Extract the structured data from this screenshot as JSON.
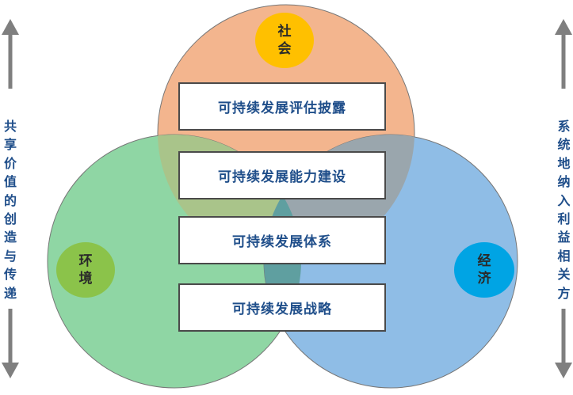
{
  "colors": {
    "society_circle": "#f3b58e",
    "environment_circle": "#8fd6a4",
    "economy_circle": "#8fbde6",
    "overlap_env_econ": "#5f9fa0",
    "overlap_society_env": "#a9c48a",
    "overlap_society_econ": "#9aa6ad",
    "badge_society": "#ffc000",
    "badge_environment": "#8bc34a",
    "badge_economy": "#00a4e4",
    "box_text": "#1f4e8a",
    "arrow": "#7f7f7f"
  },
  "circles": {
    "society": {
      "line1": "社",
      "line2": "会"
    },
    "environment": {
      "line1": "环",
      "line2": "境"
    },
    "economy": {
      "line1": "经",
      "line2": "济"
    }
  },
  "boxes": [
    {
      "label": "可持续发展评估披露"
    },
    {
      "label": "可持续发展能力建设"
    },
    {
      "label": "可持续发展体系"
    },
    {
      "label": "可持续发展战略"
    }
  ],
  "left_side": {
    "chars": [
      "共",
      "享",
      "价",
      "值",
      "的",
      "创",
      "造",
      "与",
      "传",
      "递"
    ],
    "arrows": [
      "arrow-up-icon",
      "arrow-down-icon"
    ]
  },
  "right_side": {
    "chars": [
      "系",
      "统",
      "地",
      "纳",
      "入",
      "利",
      "益",
      "相",
      "关",
      "方"
    ],
    "arrows": [
      "arrow-up-icon",
      "arrow-down-icon"
    ]
  }
}
